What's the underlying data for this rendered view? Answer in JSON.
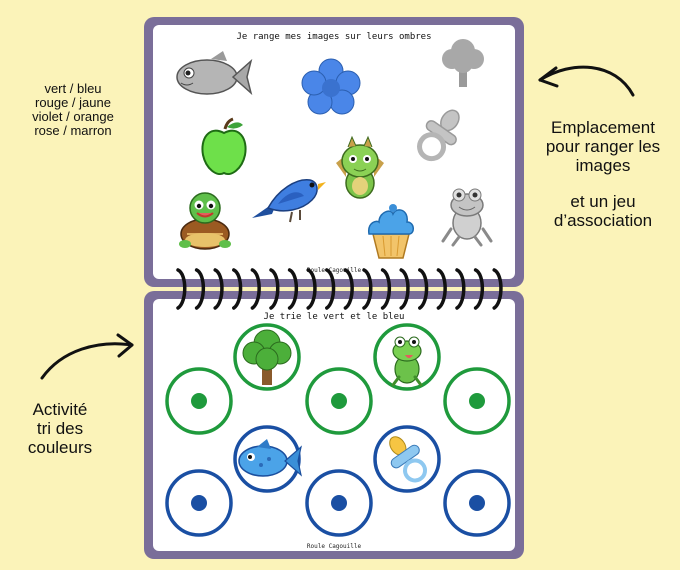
{
  "color_pairs": [
    "vert / bleu",
    "rouge / jaune",
    "violet / orange",
    "rose / marron"
  ],
  "right_note": {
    "line1": "Emplacement",
    "line2": "pour ranger les",
    "line3": "images",
    "line4": "et un jeu",
    "line5": "d’association"
  },
  "left_note": {
    "line1": "Activité",
    "line2": "tri des",
    "line3": "couleurs"
  },
  "top_page": {
    "title": "Je range mes images sur leurs ombres",
    "credit": "Roule Cagouille"
  },
  "bottom_page": {
    "title": "Je trie le vert et le bleu",
    "credit": "Roule Cagouille"
  },
  "colors": {
    "background": "#fbf3b9",
    "binder": "#7a6e99",
    "green": "#1f9a3c",
    "blue": "#1a4fa3"
  },
  "icons": [
    "fish-shadow-icon",
    "flower-icon",
    "tree-shadow-icon",
    "apple-icon",
    "pacifier-shadow-icon",
    "bird-icon",
    "dragon-icon",
    "turtle-icon",
    "cupcake-icon",
    "frog-shadow-icon",
    "tree-icon",
    "frog-icon",
    "fish-icon",
    "pacifier-icon"
  ]
}
